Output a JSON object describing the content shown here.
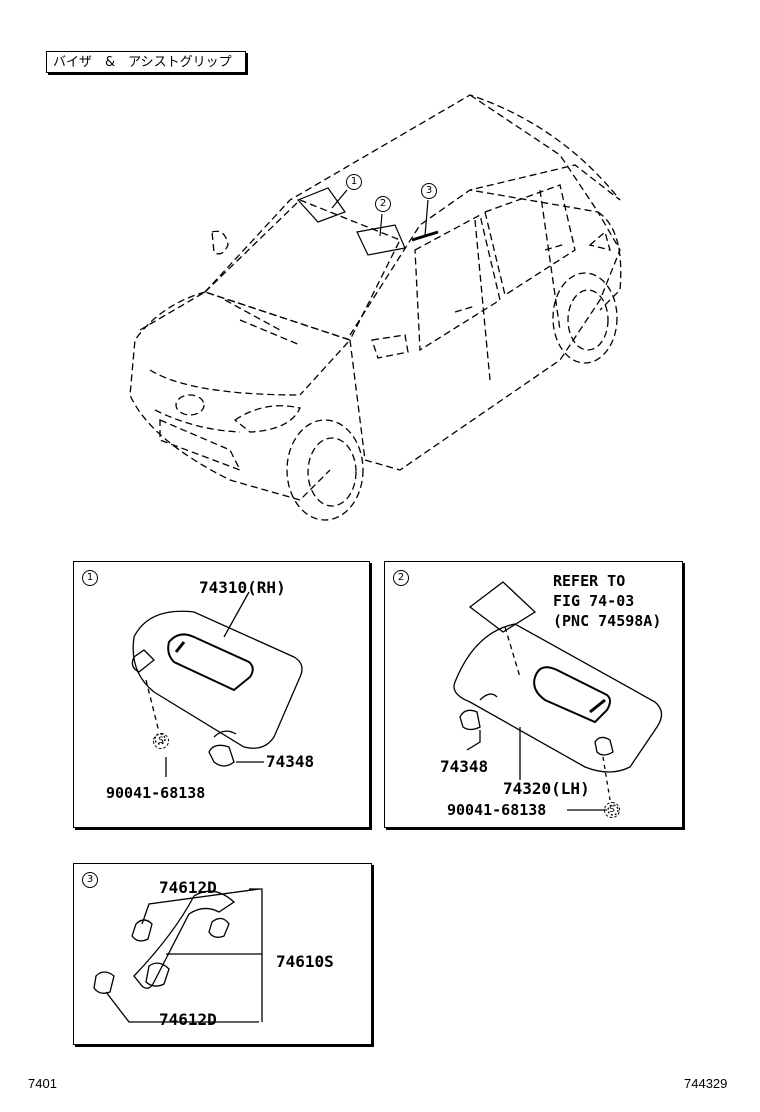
{
  "header": {
    "title": "バイザ　&　アシストグリップ"
  },
  "car_callouts": [
    "1",
    "2",
    "3"
  ],
  "panel1": {
    "index": "1",
    "part_main": "74310(RH)",
    "part_clip": "74348",
    "part_screw": "90041-68138",
    "screw_symbol": "S"
  },
  "panel2": {
    "index": "2",
    "refer_line1": "REFER TO",
    "refer_line2": "FIG 74-03",
    "refer_line3": "(PNC 74598A)",
    "part_clip": "74348",
    "part_main": "74320(LH)",
    "part_screw": "90041-68138",
    "screw_symbol": "S"
  },
  "panel3": {
    "index": "3",
    "part_cover_top": "74612D",
    "part_grip": "74610S",
    "part_cover_bottom": "74612D"
  },
  "footer": {
    "left_code": "7401",
    "right_code": "744329"
  }
}
